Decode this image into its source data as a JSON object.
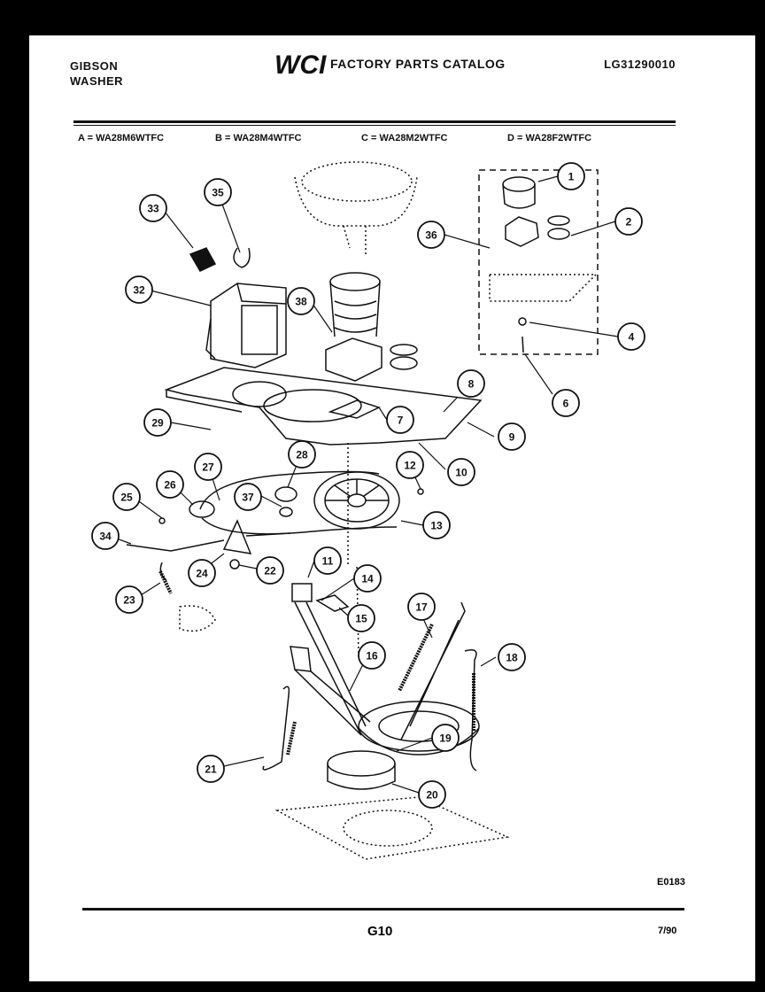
{
  "header": {
    "brand_line1": "GIBSON",
    "brand_line2": "WASHER",
    "logo_text": "WCI",
    "catalog_title": "FACTORY PARTS CATALOG",
    "catalog_code": "LG31290010"
  },
  "models": [
    {
      "text": "A = WA28M6WTFC"
    },
    {
      "text": "B = WA28M4WTFC"
    },
    {
      "text": "C = WA28M2WTFC"
    },
    {
      "text": "D = WA28F2WTFC"
    }
  ],
  "callouts": [
    "1",
    "2",
    "4",
    "6",
    "7",
    "8",
    "9",
    "10",
    "11",
    "12",
    "13",
    "14",
    "15",
    "16",
    "17",
    "18",
    "19",
    "20",
    "21",
    "22",
    "23",
    "24",
    "25",
    "26",
    "27",
    "28",
    "29",
    "32",
    "33",
    "34",
    "35",
    "36",
    "37",
    "38"
  ],
  "footer": {
    "diagram_code": "E0183",
    "page_number": "G10",
    "date": "7/90"
  }
}
